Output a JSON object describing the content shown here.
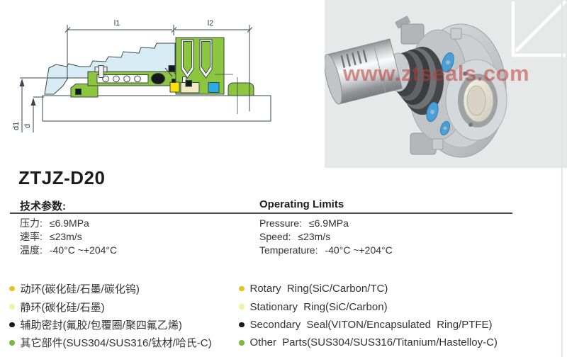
{
  "page": {
    "model": "ZTJZ-D20",
    "background": "#ffffff"
  },
  "drawing": {
    "labels": {
      "l1": "l1",
      "l2": "l2",
      "d1": "d1",
      "d": "d"
    },
    "colors": {
      "gland_blue": "#d8ecf6",
      "part_green": "#8cc63e",
      "detail_yellow": "#ffe10a",
      "detail_cream": "#f3e9c4",
      "detail_blue": "#2aabe2",
      "line": "#3a464e"
    }
  },
  "photo": {
    "watermark": "www.ztseals.com",
    "background": "#e7e8e8",
    "watermark_color": "#be3c36",
    "accent_blue": "#4aa0d6"
  },
  "specs": {
    "cn": {
      "title": "技术参数:",
      "rows": [
        {
          "label": "压力:",
          "value": "≤6.9MPa"
        },
        {
          "label": "速率:",
          "value": "≤23m/s"
        },
        {
          "label": "温度:",
          "value": "-40°C ~+204°C"
        }
      ]
    },
    "en": {
      "title": "Operating Limits",
      "rows": [
        {
          "label": "Pressure:",
          "value": "≤6.9MPa"
        },
        {
          "label": "Speed:",
          "value": "≤23m/s"
        },
        {
          "label": "Temperature:",
          "value": "-40°C ~+204°C"
        }
      ]
    }
  },
  "materials": {
    "cn": [
      {
        "text": "动环(碳化硅/石墨/碳化钨)",
        "bullet_color": "#e0c51f"
      },
      {
        "text": "静环(碳化硅/石墨)",
        "bullet_color": "#f3efa6"
      },
      {
        "text": "辅助密封(氟胶/包覆圈/聚四氟乙烯)",
        "bullet_color": "#191919"
      },
      {
        "text": "其它部件(SUS304/SUS316/钛材/哈氏-C)",
        "bullet_color": "#7cb83f"
      }
    ],
    "en": [
      {
        "text": "Rotary Ring(SiC/Carbon/TC)",
        "bullet_color": "#e0c51f"
      },
      {
        "text": "Stationary Ring(SiC/Carbon)",
        "bullet_color": "#f3efa6"
      },
      {
        "text": "Secondary Seal(VITON/Encapsulated Ring/PTFE)",
        "bullet_color": "#191919"
      },
      {
        "text": "Other Parts(SUS304/SUS316/Titanium/Hastelloy-C)",
        "bullet_color": "#7cb83f"
      }
    ]
  }
}
